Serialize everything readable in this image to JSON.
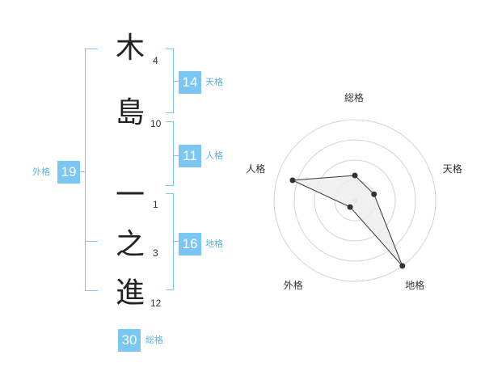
{
  "name": {
    "characters": [
      {
        "char": "木",
        "strokes": "4"
      },
      {
        "char": "島",
        "strokes": "10"
      },
      {
        "char": "一",
        "strokes": "1"
      },
      {
        "char": "之",
        "strokes": "3"
      },
      {
        "char": "進",
        "strokes": "12"
      }
    ]
  },
  "kaku": {
    "tenkaku": {
      "value": "14",
      "label": "天格"
    },
    "jinkaku": {
      "value": "11",
      "label": "人格"
    },
    "chikaku": {
      "value": "16",
      "label": "地格"
    },
    "gaikaku": {
      "value": "19",
      "label": "外格"
    },
    "soukaku": {
      "value": "30",
      "label": "総格"
    }
  },
  "chart_data": {
    "type": "radar",
    "axes": [
      "総格",
      "天格",
      "地格",
      "外格",
      "人格"
    ],
    "values": [
      0.31,
      0.25,
      1.0,
      0.1,
      0.81
    ],
    "grid_rings": 4,
    "max": 1
  },
  "colors": {
    "accent": "#79c7f2",
    "accent_text": "#5ab3e6",
    "chart_fill": "#eeeeee",
    "chart_stroke": "#333333"
  }
}
